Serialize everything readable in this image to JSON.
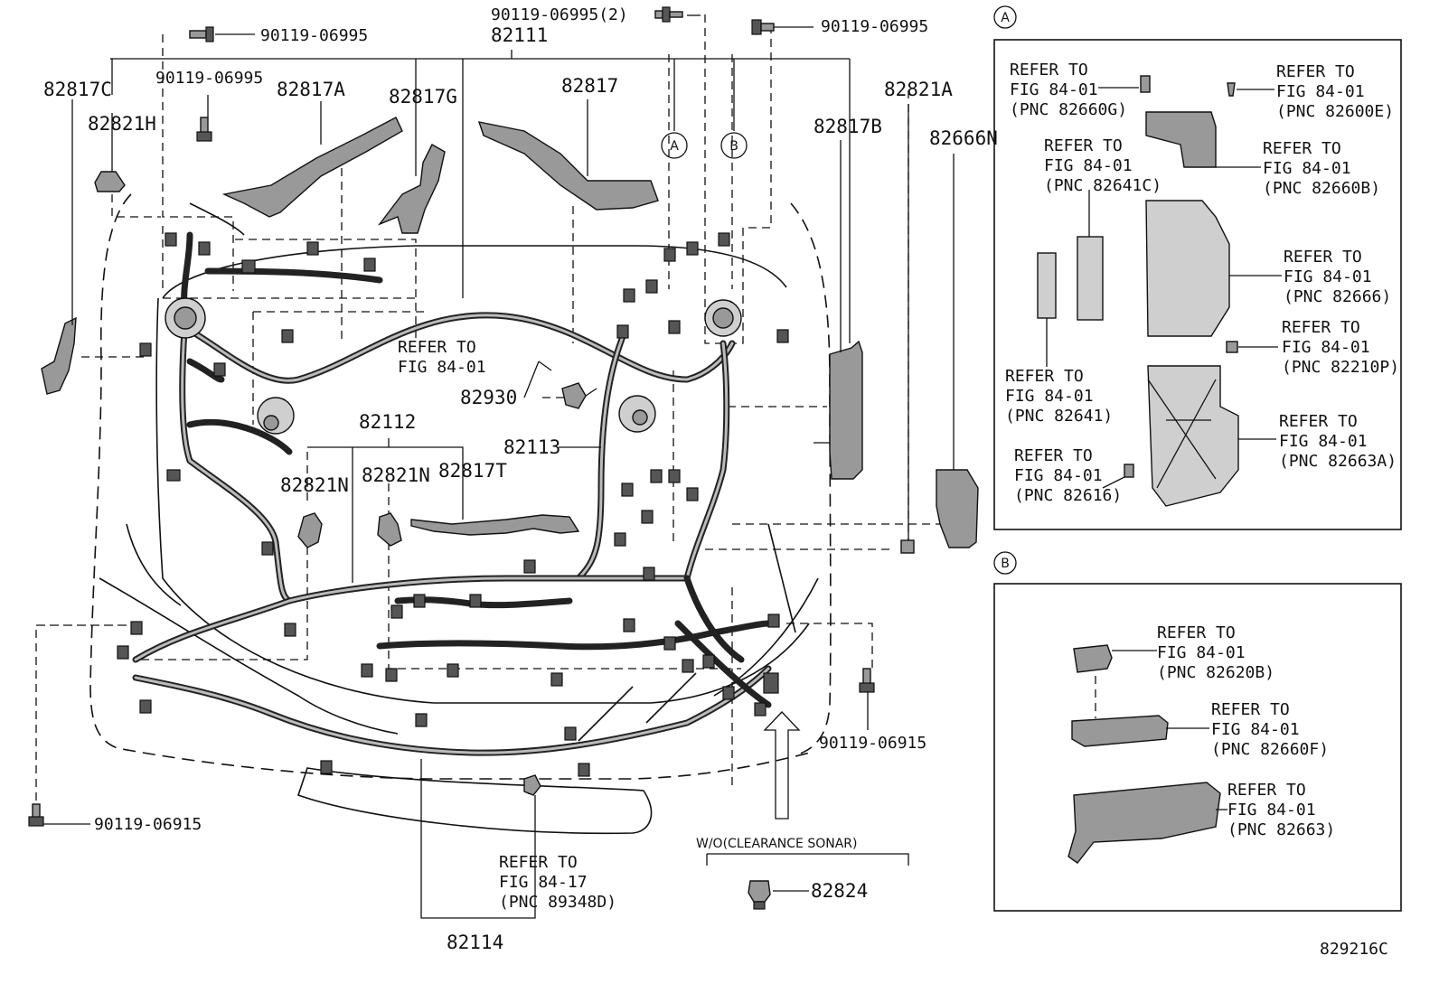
{
  "figure_code": "829216C",
  "labels": {
    "bolt_top_left": "90119-06995",
    "bolt_top_center": "90119-06995(2)",
    "bolt_top_right": "90119-06995",
    "bolt_left_mid": "90119-06995",
    "main_harness": "82111",
    "p82817C": "82817C",
    "p82821H": "82821H",
    "p82817A": "82817A",
    "p82817G": "82817G",
    "p82817": "82817",
    "p82817B": "82817B",
    "p82821A": "82821A",
    "p82666N": "82666N",
    "p82930": "82930",
    "p82112": "82112",
    "p82113": "82113",
    "p82821N_1": "82821N",
    "p82821N_2": "82821N",
    "p82817T": "82817T",
    "p82114": "82114",
    "p82824": "82824",
    "bolt_bottom_right": "90119-06915",
    "bolt_bottom_left": "90119-06915",
    "wo_sonar": "W/O(CLEARANCE SONAR)",
    "callout_A": "A",
    "callout_B": "B"
  },
  "refers_main": [
    {
      "l1": "REFER TO",
      "l2": "FIG 84-01",
      "l3": ""
    },
    {
      "l1": "REFER TO",
      "l2": "FIG 84-17",
      "l3": "(PNC 89348D)"
    }
  ],
  "panel_A": {
    "title": "A",
    "refers": [
      {
        "l1": "REFER TO",
        "l2": "FIG 84-01",
        "l3": "(PNC 82660G)"
      },
      {
        "l1": "REFER TO",
        "l2": "FIG 84-01",
        "l3": "(PNC 82600E)"
      },
      {
        "l1": "REFER TO",
        "l2": "FIG 84-01",
        "l3": "(PNC 82641C)"
      },
      {
        "l1": "REFER TO",
        "l2": "FIG 84-01",
        "l3": "(PNC 82660B)"
      },
      {
        "l1": "REFER TO",
        "l2": "FIG 84-01",
        "l3": "(PNC 82666)"
      },
      {
        "l1": "REFER TO",
        "l2": "FIG 84-01",
        "l3": "(PNC 82210P)"
      },
      {
        "l1": "REFER TO",
        "l2": "FIG 84-01",
        "l3": "(PNC 82641)"
      },
      {
        "l1": "REFER TO",
        "l2": "FIG 84-01",
        "l3": "(PNC 82663A)"
      },
      {
        "l1": "REFER TO",
        "l2": "FIG 84-01",
        "l3": "(PNC 82616)"
      }
    ]
  },
  "panel_B": {
    "title": "B",
    "refers": [
      {
        "l1": "REFER TO",
        "l2": "FIG 84-01",
        "l3": "(PNC 82620B)"
      },
      {
        "l1": "REFER TO",
        "l2": "FIG 84-01",
        "l3": "(PNC 82660F)"
      },
      {
        "l1": "REFER TO",
        "l2": "FIG 84-01",
        "l3": "(PNC 82663)"
      }
    ]
  }
}
